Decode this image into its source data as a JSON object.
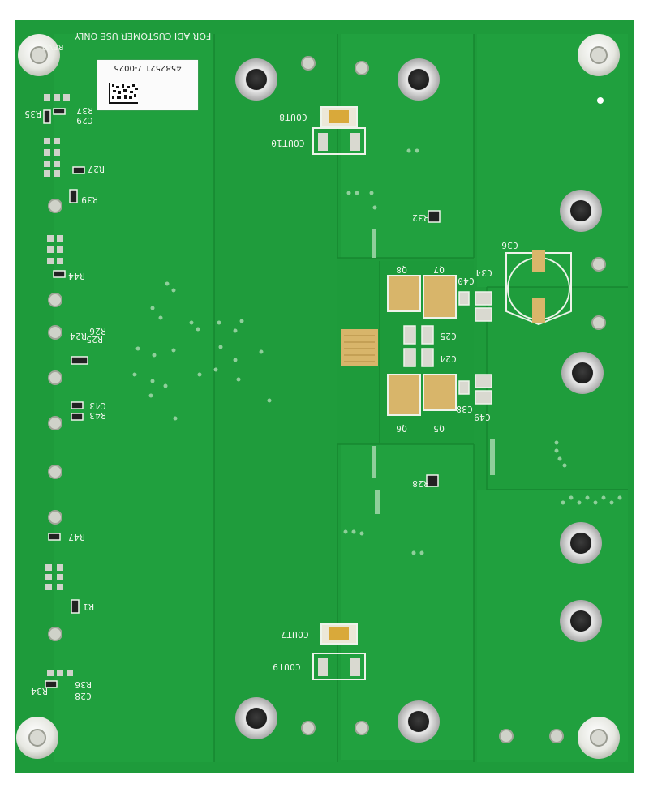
{
  "board": {
    "header": "FOR ADI CUSTOMER USE ONLY",
    "revision": "REV0",
    "sticker_text": "4582521 7-0025",
    "colors": {
      "solder_mask": "#1f9a3c",
      "silkscreen": "#eef3ea",
      "pad": "#d8b56a",
      "copper_hole": "#c9c9c9"
    }
  },
  "labels": {
    "c29": "C29",
    "r37": "R37",
    "r35": "R35",
    "r27": "R27",
    "r39": "R39",
    "r44": "R44",
    "r26": "R26",
    "r25": "R25",
    "r24": "R24",
    "c43": "C43",
    "r43": "R43",
    "r47": "R47",
    "r1": "R1",
    "r36": "R36",
    "c28": "C28",
    "r34": "R34",
    "cout8": "COUT8",
    "cout10": "COUT10",
    "r32": "R32",
    "c36": "C36",
    "q8": "Q8",
    "q7": "Q7",
    "c40": "C40",
    "c34": "C34",
    "c25": "C25",
    "c24": "C24",
    "q6": "Q6",
    "q5": "Q5",
    "c38": "C38",
    "c49": "C49",
    "r28": "R28",
    "cout7": "COUT7",
    "cout9": "COUT9"
  }
}
